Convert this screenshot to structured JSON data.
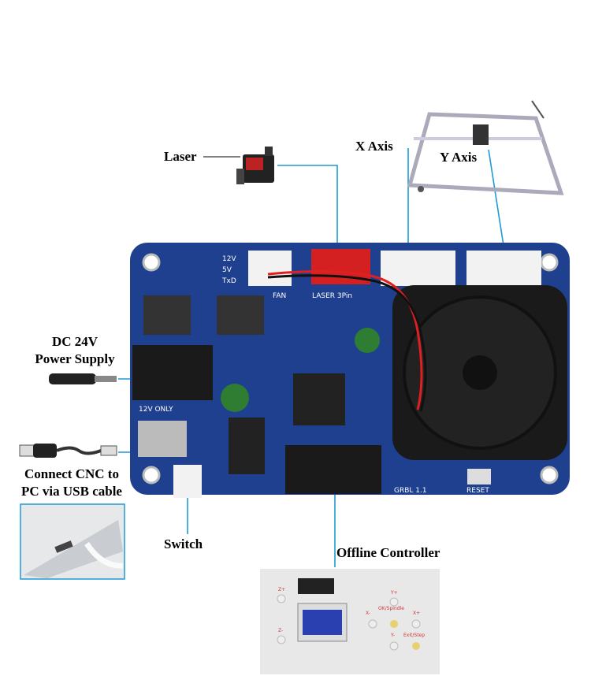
{
  "labels": {
    "laser": "Laser",
    "x_axis": "X Axis",
    "y_axis": "Y Axis",
    "power_line1": "DC 24V",
    "power_line2": "Power Supply",
    "usb_line1": "Connect CNC to",
    "usb_line2": "PC via USB cable",
    "switch": "Switch",
    "offline": "Offline Controller"
  },
  "board": {
    "silk_12v": "12V",
    "silk_5v": "5V",
    "silk_txd": "TxD",
    "silk_12v_only": "12V ONLY",
    "silk_laser_3pin": "LASER 3Pin",
    "silk_fan": "FAN",
    "silk_grbl": "GRBL 1.1",
    "silk_reset": "RESET"
  },
  "controller": {
    "z_plus": "Z+",
    "z_minus": "Z-",
    "y_plus": "Y+",
    "y_minus": "Y-",
    "x_minus": "X-",
    "x_plus": "X+",
    "ok_spindle": "OK/Spindle",
    "exit_step": "Exit/Step"
  },
  "colors": {
    "board": "#1f3f8f",
    "leader": "#1e9ad6",
    "fan": "#1a1a1a",
    "laser_wire": "#e02020"
  }
}
